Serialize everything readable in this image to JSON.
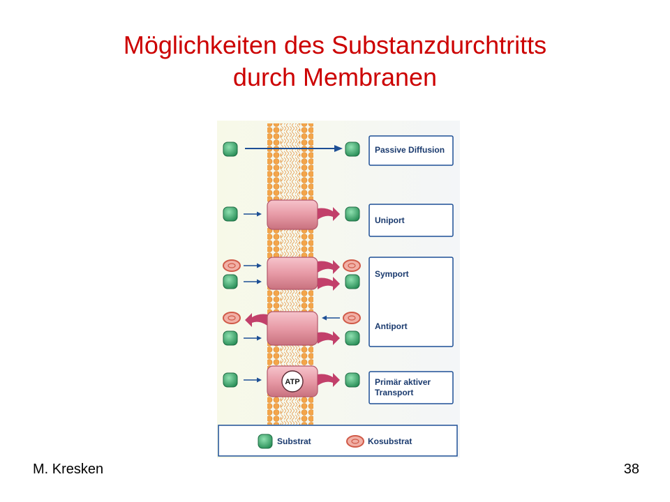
{
  "slide": {
    "title_line1": "Möglichkeiten des Substanzdurchtritts",
    "title_line2": "durch Membranen",
    "author": "M. Kresken",
    "page_number": "38"
  },
  "diagram": {
    "labels": {
      "passive_diffusion": "Passive Diffusion",
      "uniport": "Uniport",
      "symport": "Symport",
      "antiport": "Antiport",
      "primary_active_line1": "Primär aktiver",
      "primary_active_line2": "Transport",
      "atp": "ATP"
    },
    "legend": {
      "substrate": "Substrat",
      "cosubstrate": "Kosubstrat"
    },
    "colors": {
      "title": "#cc0000",
      "membrane": "#f2a94a",
      "carrier": "#e49aa4",
      "arrow_carrier": "#c2406a",
      "arrow_blue": "#1d4f95",
      "substrate": "#3aa36a",
      "cosubstrate": "#e07d6f",
      "box_border": "#1d4f95"
    }
  }
}
